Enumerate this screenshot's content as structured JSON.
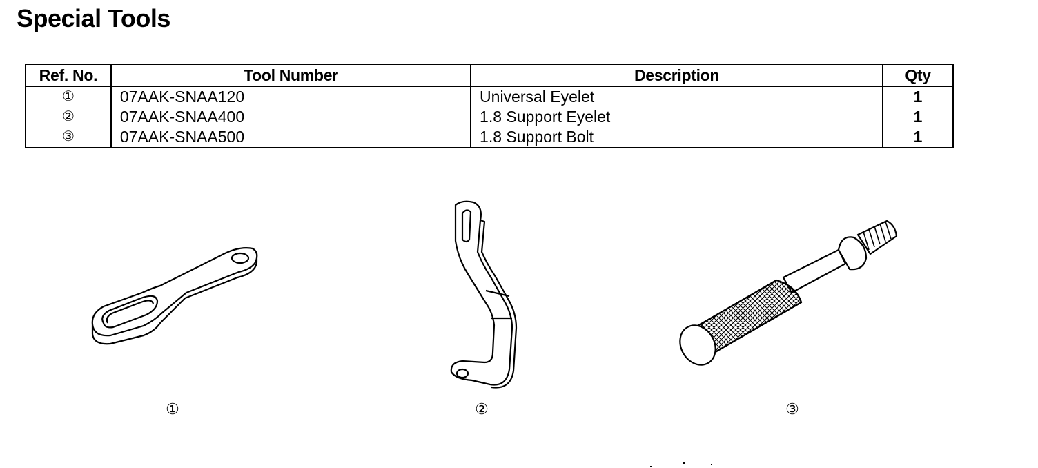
{
  "title": "Special Tools",
  "table": {
    "headers": [
      "Ref. No.",
      "Tool Number",
      "Description",
      "Qty"
    ],
    "rows": [
      {
        "ref": "①",
        "tool_number": "07AAK-SNAA120",
        "description": "Universal Eyelet",
        "qty": "1"
      },
      {
        "ref": "②",
        "tool_number": "07AAK-SNAA400",
        "description": "1.8 Support Eyelet",
        "qty": "1"
      },
      {
        "ref": "③",
        "tool_number": "07AAK-SNAA500",
        "description": "1.8 Support Bolt",
        "qty": "1"
      }
    ]
  },
  "figures": [
    {
      "label": "①",
      "icon": "universal-eyelet-icon"
    },
    {
      "label": "②",
      "icon": "support-eyelet-icon"
    },
    {
      "label": "③",
      "icon": "support-bolt-icon"
    }
  ]
}
